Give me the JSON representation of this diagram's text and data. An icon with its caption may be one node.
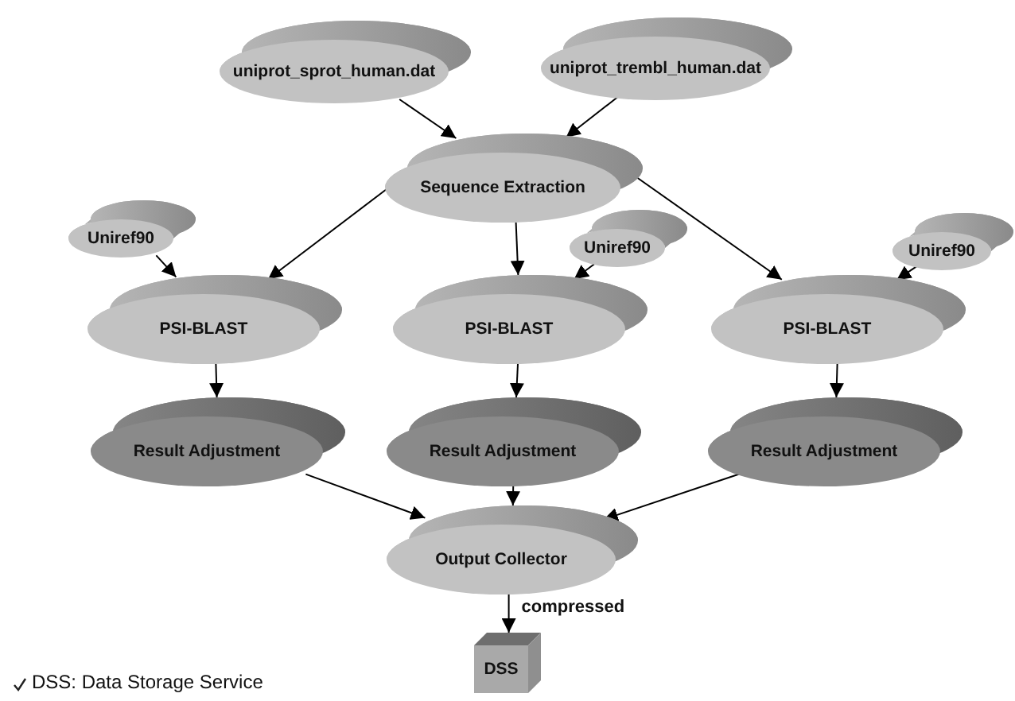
{
  "diagram": {
    "nodes": [
      {
        "text": [
          "uniprot_sprot_human.dat"
        ]
      },
      {
        "text": [
          "uniprot_trembl_human.dat"
        ]
      },
      {
        "text": [
          "Sequence Extraction"
        ]
      },
      {
        "text": [
          "Uniref90"
        ]
      },
      {
        "text": [
          "PSI-BLAST"
        ]
      },
      {
        "text": [
          "Uniref90"
        ]
      },
      {
        "text": [
          "PSI-BLAST"
        ]
      },
      {
        "text": [
          "Uniref90"
        ]
      },
      {
        "text": [
          "PSI-BLAST"
        ]
      },
      {
        "text": [
          "Result Adjustment"
        ]
      },
      {
        "text": [
          "Result Adjustment"
        ]
      },
      {
        "text": [
          "Result Adjustment"
        ]
      },
      {
        "text": [
          "Output Collector"
        ]
      },
      {
        "text": [
          "DSS"
        ]
      }
    ],
    "edges": [
      {
        "from": 0,
        "to": 2,
        "arrow": "to"
      },
      {
        "from": 1,
        "to": 2,
        "arrow": "to"
      },
      {
        "from": 2,
        "to": 4,
        "arrow": "to"
      },
      {
        "from": 2,
        "to": 6,
        "arrow": "to"
      },
      {
        "from": 2,
        "to": 8,
        "arrow": "to"
      },
      {
        "from": 3,
        "to": 4,
        "arrow": "to"
      },
      {
        "from": 5,
        "to": 6,
        "arrow": "to"
      },
      {
        "from": 7,
        "to": 8,
        "arrow": "to"
      },
      {
        "from": 4,
        "to": 9,
        "arrow": "to"
      },
      {
        "from": 6,
        "to": 10,
        "arrow": "to"
      },
      {
        "from": 8,
        "to": 11,
        "arrow": "to"
      },
      {
        "from": 9,
        "to": 12,
        "arrow": "to"
      },
      {
        "from": 10,
        "to": 12,
        "arrow": "to"
      },
      {
        "from": 11,
        "to": 12,
        "arrow": "to"
      },
      {
        "from": 12,
        "to": 13,
        "arrow": "to",
        "label": "compressed"
      }
    ],
    "labels": [
      "DSS: Data Storage Service"
    ]
  }
}
